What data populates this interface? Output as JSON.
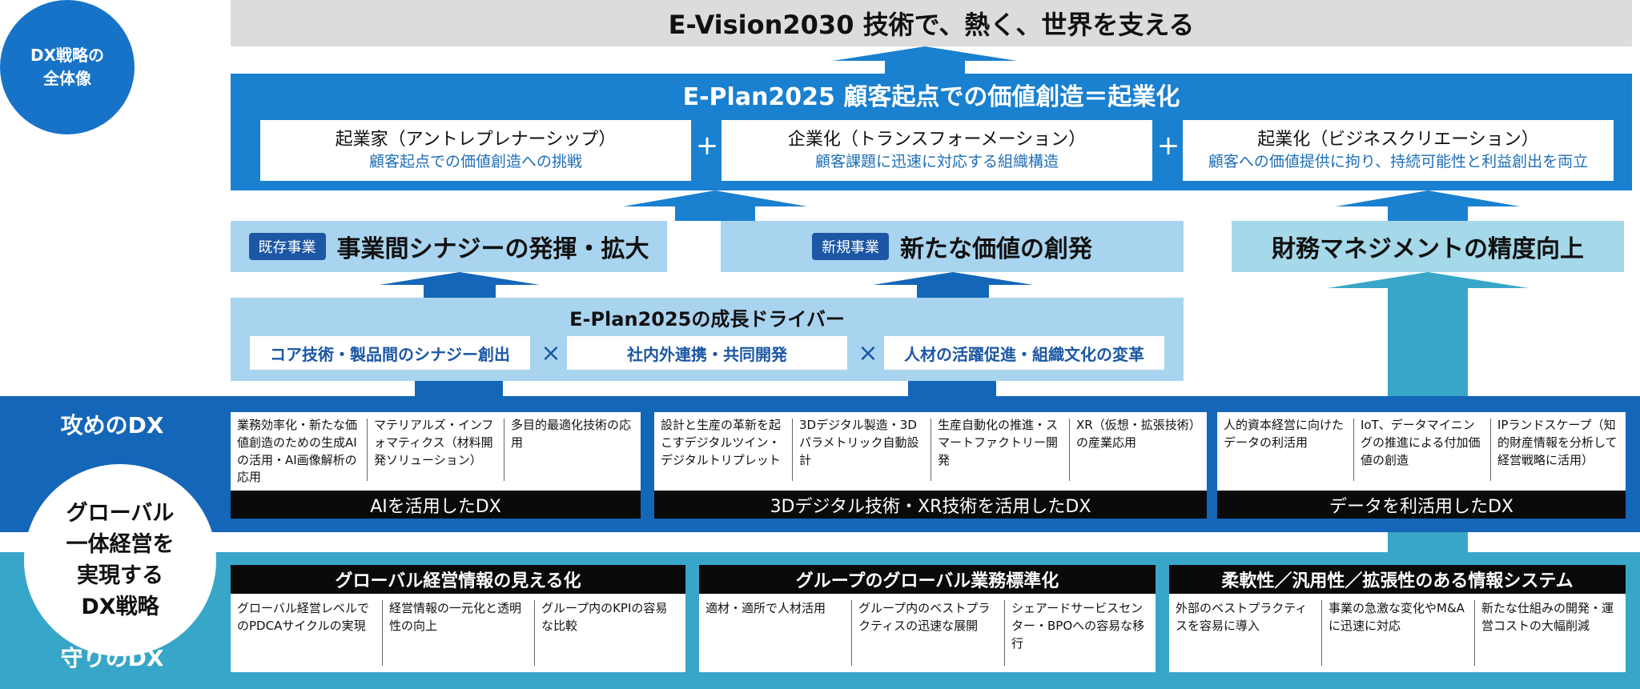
{
  "corner_badge": {
    "line1": "DX戦略の",
    "line2": "全体像"
  },
  "vision": {
    "title": "E-Vision2030 技術で、熱く、世界を支える"
  },
  "plan": {
    "title": "E-Plan2025 顧客起点での価値創造＝起業化",
    "plus": "+",
    "boxes": [
      {
        "title": "起業家（アントレプレナーシップ）",
        "sub": "顧客起点での価値創造への挑戦"
      },
      {
        "title": "企業化（トランスフォーメーション）",
        "sub": "顧客課題に迅速に対応する組織構造"
      },
      {
        "title": "起業化（ビジネスクリエーション）",
        "sub": "顧客への価値提供に拘り、持続可能性と利益創出を両立"
      }
    ]
  },
  "synergy": {
    "existing": {
      "badge": "既存事業",
      "text": "事業間シナジーの発揮・拡大"
    },
    "new": {
      "badge": "新規事業",
      "text": "新たな価値の創発"
    },
    "finance": "財務マネジメントの精度向上"
  },
  "drivers": {
    "title": "E-Plan2025の成長ドライバー",
    "times": "×",
    "items": [
      "コア技術・製品間のシナジー創出",
      "社内外連携・共同開発",
      "人材の活躍促進・組織文化の変革"
    ]
  },
  "offense": {
    "label": "攻めのDX",
    "groups": [
      {
        "footer": "AIを活用したDX",
        "cells": [
          "業務効率化・新たな価値創造のための生成AIの活用・AI画像解析の応用",
          "マテリアルズ・インフォマティクス（材料開発ソリューション）",
          "多目的最適化技術の応用"
        ]
      },
      {
        "footer": "3Dデジタル技術・XR技術を活用したDX",
        "cells": [
          "設計と生産の革新を起こすデジタルツイン・デジタルトリプレット",
          "3Dデジタル製造・3Dパラメトリック自動設計",
          "生産自動化の推進・スマートファクトリー開発",
          "XR（仮想・拡張技術）の産業応用"
        ]
      },
      {
        "footer": "データを利活用したDX",
        "cells": [
          "人的資本経営に向けたデータの利活用",
          "IoT、データマイニングの推進による付加価値の創造",
          "IPランドスケープ（知的財産情報を分析して経営戦略に活用）"
        ]
      }
    ]
  },
  "circle": {
    "line1": "グローバル",
    "line2": "一体経営を",
    "line3": "実現する",
    "line4": "DX戦略"
  },
  "defense": {
    "label": "守りのDX",
    "groups": [
      {
        "header": "グローバル経営情報の見える化",
        "cells": [
          "グローバル経営レベルでのPDCAサイクルの実現",
          "経営情報の一元化と透明性の向上",
          "グループ内のKPIの容易な比較"
        ]
      },
      {
        "header": "グループのグローバル業務標準化",
        "cells": [
          "適材・適所で人材活用",
          "グループ内のベストプラクティスの迅速な展開",
          "シェアードサービスセンター・BPOへの容易な移行"
        ]
      },
      {
        "header": "柔軟性／汎用性／拡張性のある情報システム",
        "cells": [
          "外部のベストプラクティスを容易に導入",
          "事業の急激な変化やM&Aに迅速に対応",
          "新たな仕組みの開発・運営コストの大幅削減"
        ]
      }
    ]
  },
  "colors": {
    "dark_blue": "#1466b8",
    "mid_blue": "#1a80d0",
    "light_blue": "#a9d4ef",
    "teal": "#38a6c8",
    "black": "#0a0a0a"
  }
}
